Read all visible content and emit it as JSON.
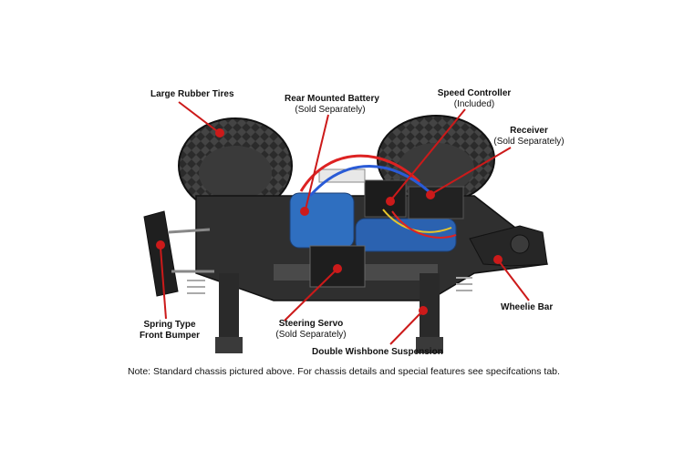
{
  "labels": {
    "tires": {
      "name": "Large Rubber Tires"
    },
    "battery": {
      "name": "Rear Mounted Battery",
      "sub": "(Sold Separately)"
    },
    "speed_controller": {
      "name": "Speed Controller",
      "sub": "(Included)"
    },
    "receiver": {
      "name": "Receiver",
      "sub": "(Sold Separately)"
    },
    "wheelie_bar": {
      "name": "Wheelie Bar"
    },
    "front_bumper": {
      "line1": "Spring Type",
      "line2": "Front Bumper"
    },
    "steering_servo": {
      "name": "Steering Servo",
      "sub": "(Sold Separately)"
    },
    "suspension": {
      "name": "Double Wishbone Suspension"
    }
  },
  "note": "Note: Standard chassis pictured above. For chassis details and special features see specifcations tab.",
  "colors": {
    "callout": "#cc1a1a",
    "tire": "#2a2a2a",
    "chassis": "#3a3a3a",
    "battery": "#2f6fc0",
    "wire_red": "#d22",
    "wire_blue": "#2a5bd6",
    "wire_yellow": "#e7c52b"
  }
}
